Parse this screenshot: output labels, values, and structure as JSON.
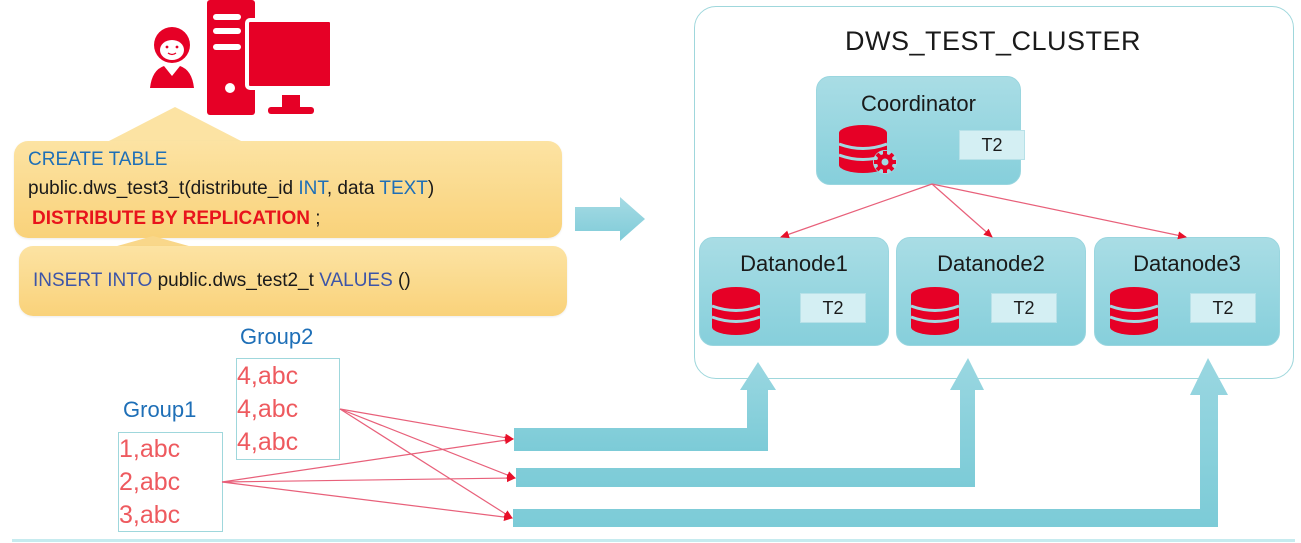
{
  "colors": {
    "brand_red": "#e60026",
    "teal": "#86cfdb",
    "callout_yellow": "#fbd98a",
    "keyword_blue": "#1e6fb7",
    "row_red": "#ee5a5f"
  },
  "client": {
    "icons": [
      "user-icon",
      "desktop-computer-icon"
    ]
  },
  "sql": {
    "create": {
      "line1": "CREATE TABLE",
      "line2_table": "public.dws_test3_t(distribute_id ",
      "line2_int": "INT",
      "line2_mid": ", data ",
      "line2_text": "TEXT",
      "line2_end": ")",
      "line3_clause": "DISTRIBUTE BY REPLICATION",
      "line3_end": " ;"
    },
    "insert": {
      "kw1": "INSERT INTO",
      "table": " public.dws_test2_t ",
      "kw2": "VALUES",
      "end": " ()"
    }
  },
  "cluster": {
    "title": "DWS_TEST_CLUSTER",
    "coordinator": {
      "label": "Coordinator",
      "table": "T2",
      "icon": "database-gear-icon"
    },
    "datanodes": [
      {
        "label": "Datanode1",
        "table": "T2",
        "icon": "database-icon"
      },
      {
        "label": "Datanode2",
        "table": "T2",
        "icon": "database-icon"
      },
      {
        "label": "Datanode3",
        "table": "T2",
        "icon": "database-icon"
      }
    ]
  },
  "groups": [
    {
      "label": "Group1",
      "rows": [
        "1,abc",
        "2,abc",
        "3,abc"
      ]
    },
    {
      "label": "Group2",
      "rows": [
        "4,abc",
        "4,abc",
        "4,abc"
      ]
    }
  ]
}
